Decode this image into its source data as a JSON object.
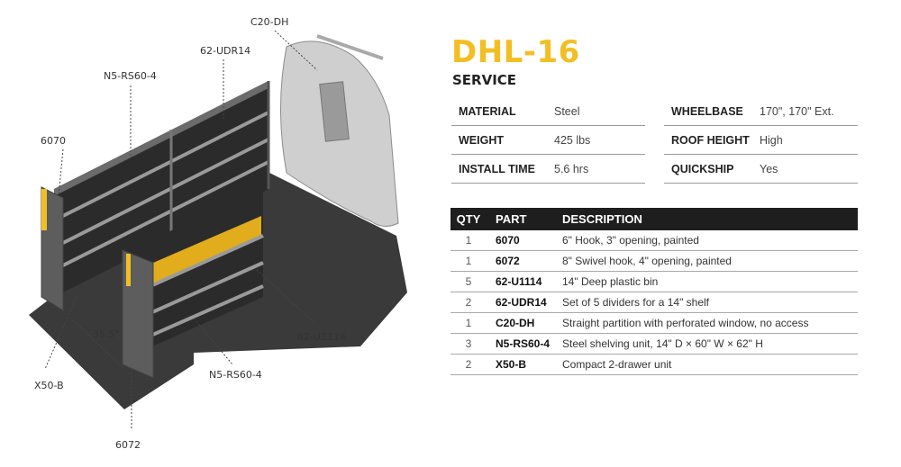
{
  "product": {
    "title": "DHL-16",
    "subtitle": "SERVICE"
  },
  "specs_left": [
    {
      "label": "MATERIAL",
      "value": "Steel"
    },
    {
      "label": "WEIGHT",
      "value": "425 lbs"
    },
    {
      "label": "INSTALL TIME",
      "value": "5.6 hrs"
    }
  ],
  "specs_right": [
    {
      "label": "WHEELBASE",
      "value": "170\", 170\" Ext."
    },
    {
      "label": "ROOF HEIGHT",
      "value": "High"
    },
    {
      "label": "QUICKSHIP",
      "value": "Yes"
    }
  ],
  "parts_table": {
    "headers": {
      "qty": "QTY",
      "part": "PART",
      "description": "DESCRIPTION"
    },
    "rows": [
      {
        "qty": "1",
        "part": "6070",
        "description": "6\" Hook, 3\" opening, painted"
      },
      {
        "qty": "1",
        "part": "6072",
        "description": "8\" Swivel hook, 4\" opening, painted"
      },
      {
        "qty": "5",
        "part": "62-U1114",
        "description": "14\" Deep plastic bin"
      },
      {
        "qty": "2",
        "part": "62-UDR14",
        "description": "Set of 5 dividers for a 14\" shelf"
      },
      {
        "qty": "1",
        "part": "C20-DH",
        "description": "Straight partition with perforated window, no access"
      },
      {
        "qty": "3",
        "part": "N5-RS60-4",
        "description": "Steel shelving unit, 14\" D × 60\" W × 62\" H"
      },
      {
        "qty": "2",
        "part": "X50-B",
        "description": "Compact 2-drawer unit"
      }
    ]
  },
  "callouts": {
    "c20dh": "C20-DH",
    "udr14": "62-UDR14",
    "rs60_top": "N5-RS60-4",
    "hook6070": "6070",
    "u1114": "62-U1114",
    "rs60_bottom": "N5-RS60-4",
    "x50b": "X50-B",
    "hook6072": "6072",
    "dimension": "35.5\""
  },
  "colors": {
    "accent": "#f2bf23",
    "table_header": "#1e1e1e",
    "floor": "#3a3a3a",
    "partition": "#c9c9c9"
  }
}
